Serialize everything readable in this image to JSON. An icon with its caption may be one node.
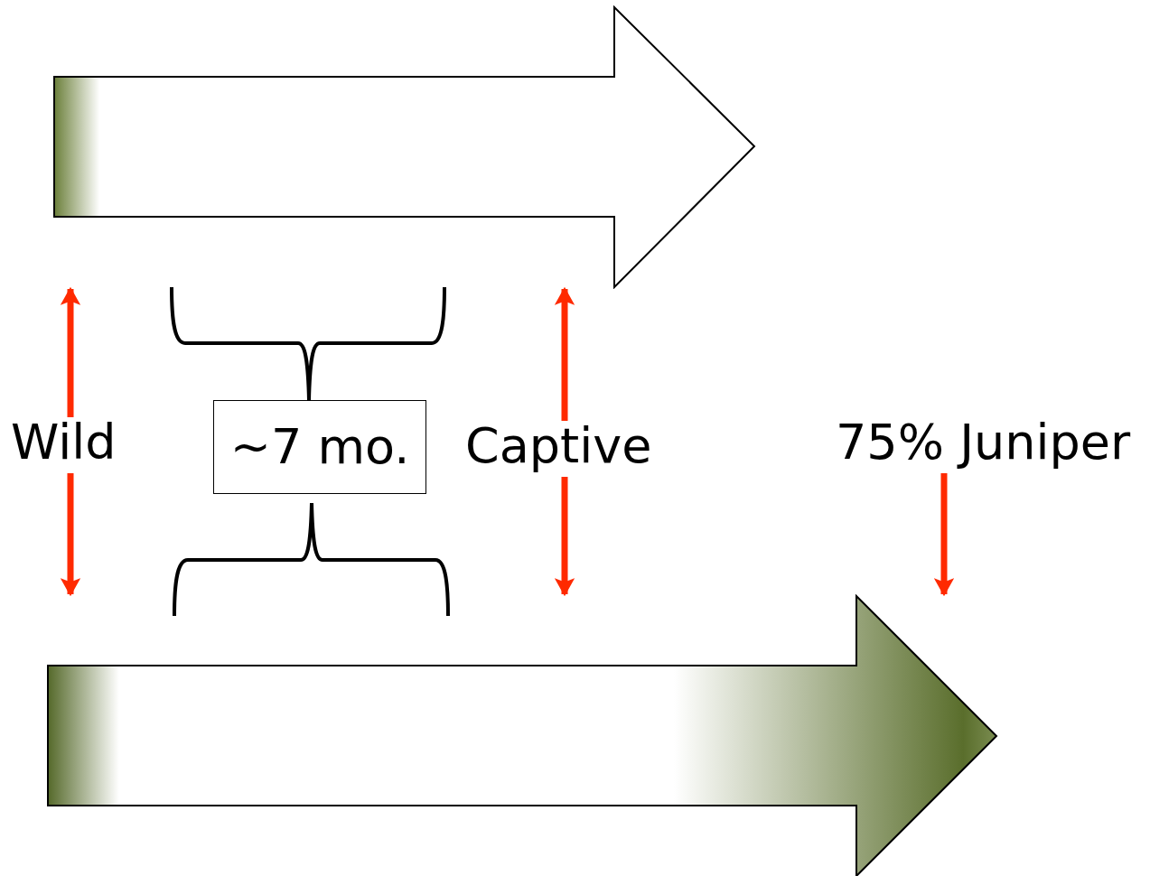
{
  "diagram": {
    "nodes": [
      {
        "text": [],
        "shape": "arrow"
      },
      {
        "text": [],
        "shape": "arrow"
      },
      {
        "text": [
          "Wild"
        ]
      },
      {
        "text": [
          "~7 mo."
        ]
      },
      {
        "text": [
          "Captive"
        ]
      },
      {
        "text": [
          "75% Juniper"
        ]
      }
    ],
    "edges": [
      {
        "from": 2,
        "to": 0,
        "arrow": "to",
        "color": "#ff2a00"
      },
      {
        "from": 2,
        "to": 1,
        "arrow": "to",
        "color": "#ff2a00"
      },
      {
        "from": 4,
        "to": 0,
        "arrow": "to",
        "color": "#ff2a00"
      },
      {
        "from": 4,
        "to": 1,
        "arrow": "to",
        "color": "#ff2a00"
      },
      {
        "from": 5,
        "to": 1,
        "arrow": "to",
        "color": "#ff2a00"
      }
    ]
  }
}
